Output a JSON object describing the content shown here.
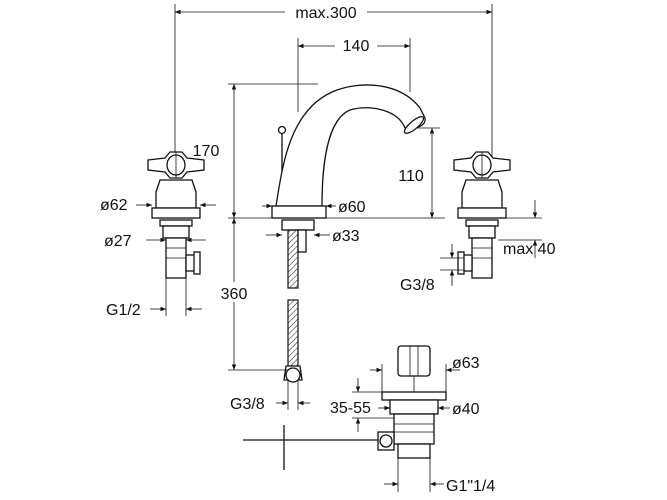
{
  "drawing": {
    "dimensions": {
      "max_width": "max.300",
      "spout_reach": "140",
      "height_spout_base": "170",
      "spout_outlet_height": "110",
      "handle_diameter": "ø62",
      "spout_base_diameter": "ø60",
      "valve_body_diameter": "ø27",
      "tailpiece_diameter": "ø33",
      "deck_thickness": "max 40",
      "valve_thread": "G1/2",
      "outlet_thread": "G3/8",
      "supply_length": "360",
      "pop_up_thread": "G3/8",
      "waste_flange_diameter": "ø63",
      "waste_range": "35-55",
      "waste_body_diameter": "ø40",
      "waste_thread": "G1\"1/4"
    }
  }
}
